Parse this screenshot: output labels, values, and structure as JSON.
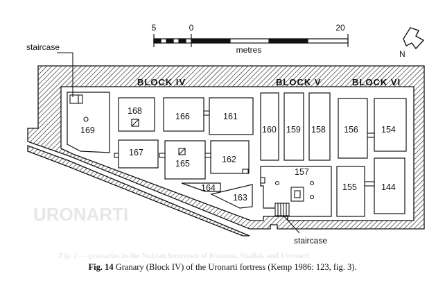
{
  "scale_bar": {
    "tick_labels": [
      "5",
      "0",
      "20"
    ],
    "unit": "metres"
  },
  "north_label": "N",
  "blocks": [
    "BLOCK IV",
    "BLOCK V",
    "BLOCK VI"
  ],
  "rooms": [
    "169",
    "168",
    "166",
    "161",
    "167",
    "165",
    "162",
    "164",
    "163",
    "160",
    "159",
    "158",
    "157",
    "156",
    "154",
    "155",
    "144"
  ],
  "labels": {
    "staircase_top": "staircase",
    "staircase_bottom": "staircase"
  },
  "watermark": {
    "site": "URONARTI",
    "caption": "Fig. 2 — granaries in the Nubian fortresses of Kumma, Shalfak and Uronarti"
  },
  "caption": {
    "fig_number": "Fig. 14",
    "text": " Granary (Block IV) of the Uronarti fortress (Kemp 1986: 123, fig. 3)."
  }
}
